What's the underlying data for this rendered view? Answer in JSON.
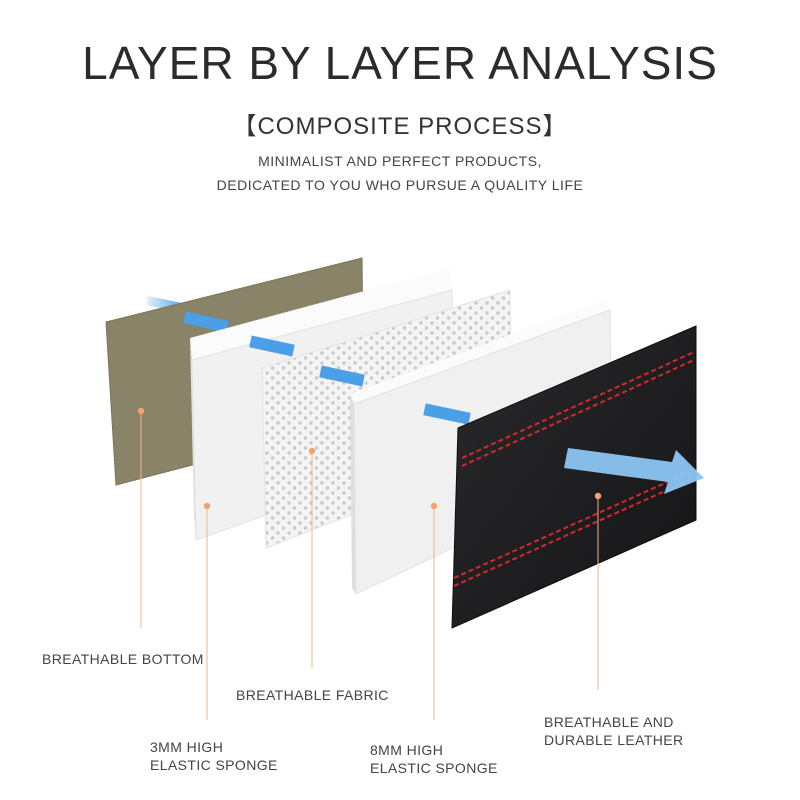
{
  "header": {
    "title": "LAYER BY LAYER ANALYSIS",
    "subtitle": "【COMPOSITE PROCESS】",
    "tagline_line1": "MINIMALIST AND PERFECT PRODUCTS,",
    "tagline_line2": "DEDICATED TO YOU WHO PURSUE A QUALITY LIFE"
  },
  "layers": [
    {
      "id": "bottom",
      "label_lines": [
        "BREATHABLE BOTTOM"
      ],
      "color": "#8f8a6e"
    },
    {
      "id": "sponge3",
      "label_lines": [
        "3MM HIGH",
        "ELASTIC SPONGE"
      ],
      "color": "#f2f2f2"
    },
    {
      "id": "fabric",
      "label_lines": [
        "BREATHABLE FABRIC"
      ],
      "color": "#f4f4f4"
    },
    {
      "id": "sponge8",
      "label_lines": [
        "8MM HIGH",
        "ELASTIC SPONGE"
      ],
      "color": "#f2f2f2"
    },
    {
      "id": "leather",
      "label_lines": [
        "BREATHABLE AND",
        "DURABLE LEATHER"
      ],
      "color": "#1c1c1e"
    }
  ],
  "colors": {
    "accent_arrow": "#4a9fe6",
    "leader_line": "#f2b48a",
    "stitch": "#d22a2a"
  }
}
